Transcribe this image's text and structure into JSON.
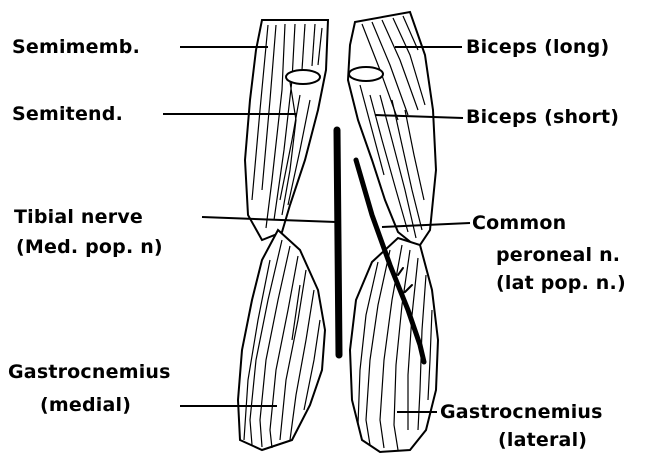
{
  "labels": {
    "semimembranosus": "Semimemb.",
    "semitendinosus": "Semitend.",
    "tibial_nerve_line1": "Tibial nerve",
    "tibial_nerve_line2": "(Med. pop. n)",
    "gastrocnemius_medial_line1": "Gastrocnemius",
    "gastrocnemius_medial_line2": "(medial)",
    "biceps_long": "Biceps (long)",
    "biceps_short": "Biceps (short)",
    "common_peroneal_line1": "Common",
    "common_peroneal_line2": "peroneal n.",
    "common_peroneal_line3": "(lat pop. n.)",
    "gastrocnemius_lateral_line1": "Gastrocnemius",
    "gastrocnemius_lateral_line2": "(lateral)"
  }
}
